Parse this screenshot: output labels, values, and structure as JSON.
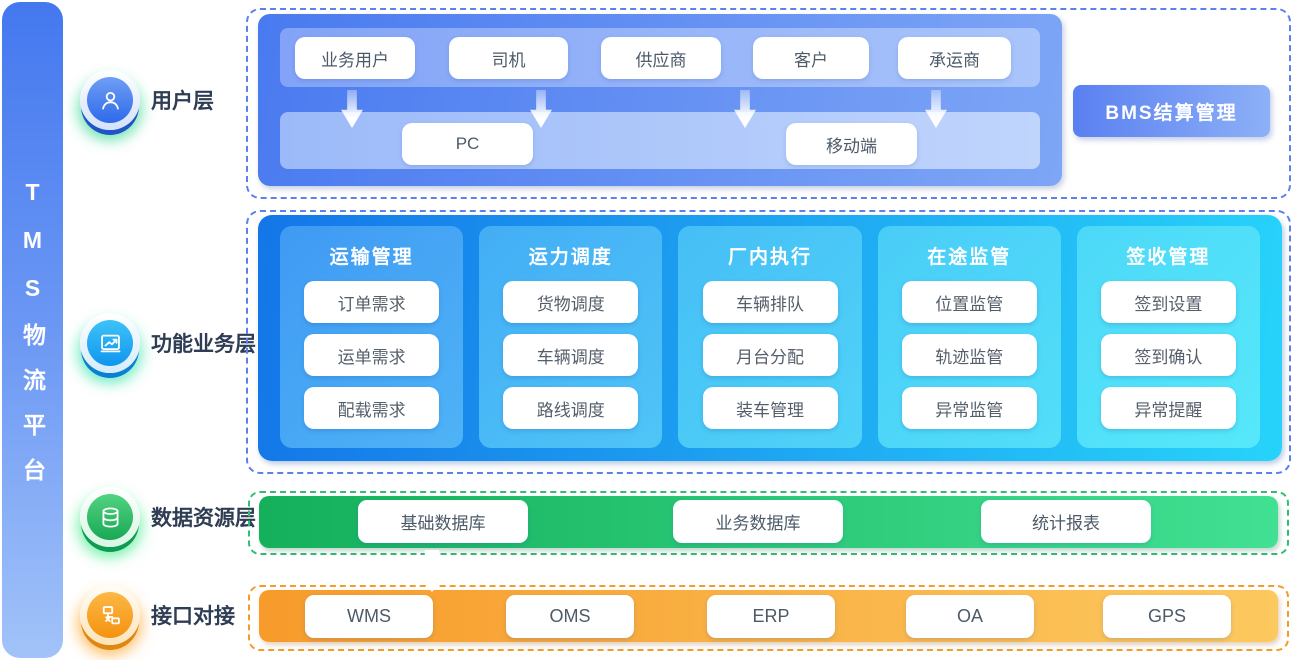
{
  "platform": {
    "title": "TMS物流平台"
  },
  "legend": {
    "user": {
      "label": "用户层",
      "icon": "user-icon"
    },
    "business": {
      "label": "功能业务层",
      "icon": "chart-icon"
    },
    "data": {
      "label": "数据资源层",
      "icon": "database-icon"
    },
    "interface": {
      "label": "接口对接",
      "icon": "network-icon"
    }
  },
  "user_layer": {
    "roles": [
      "业务用户",
      "司机",
      "供应商",
      "客户",
      "承运商"
    ],
    "platforms": [
      "PC",
      "移动端"
    ],
    "side_button": "BMS结算管理"
  },
  "business_layer": {
    "columns": [
      {
        "title": "运输管理",
        "items": [
          "订单需求",
          "运单需求",
          "配载需求"
        ]
      },
      {
        "title": "运力调度",
        "items": [
          "货物调度",
          "车辆调度",
          "路线调度"
        ]
      },
      {
        "title": "厂内执行",
        "items": [
          "车辆排队",
          "月台分配",
          "装车管理"
        ]
      },
      {
        "title": "在途监管",
        "items": [
          "位置监管",
          "轨迹监管",
          "异常监管"
        ]
      },
      {
        "title": "签收管理",
        "items": [
          "签到设置",
          "签到确认",
          "异常提醒"
        ]
      }
    ]
  },
  "data_layer": {
    "items": [
      "基础数据库",
      "业务数据库",
      "统计报表"
    ]
  },
  "interface_layer": {
    "items": [
      "WMS",
      "OMS",
      "ERP",
      "OA",
      "GPS"
    ]
  },
  "colors": {
    "sidebar_blue": "#4478ef",
    "user_box_blue": "#4a7af0",
    "business_blue_start": "#1476e8",
    "business_cyan_end": "#27d3fa",
    "data_green_start": "#15b05c",
    "data_green_end": "#41e092",
    "interface_orange_start": "#f79b2b",
    "interface_orange_end": "#fcc95f",
    "bms_button_blue": "#5a80f1",
    "dashed_blue": "#5d80f0",
    "dashed_green": "#31bd74",
    "dashed_orange": "#f49b2a",
    "chip_text_gray": "#555f6b",
    "label_navy": "#2e3d53"
  }
}
